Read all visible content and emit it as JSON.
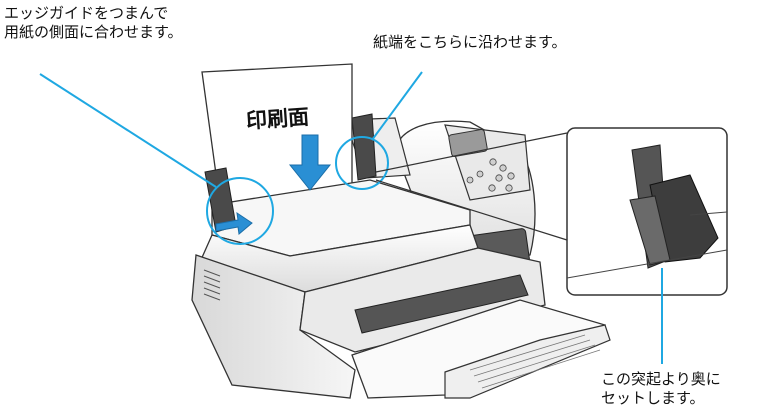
{
  "callouts": {
    "edge_guide": {
      "line1": "エッジガイドをつまんで",
      "line2": "用紙の側面に合わせます。"
    },
    "paper_edge": {
      "line1": "紙端をこちらに沿わせます。"
    },
    "protrusion": {
      "line1": "この突起より奥に",
      "line2": "セットします。"
    }
  },
  "paper": {
    "print_side_label": "印刷面"
  },
  "colors": {
    "callout_line": "#1fa8e2",
    "arrow": "#2a8fd4",
    "outline": "#333333",
    "printer_body": "#f4f4f4"
  },
  "icons": {
    "load_direction": "down-arrow-icon",
    "guide_push": "right-arrow-icon"
  }
}
